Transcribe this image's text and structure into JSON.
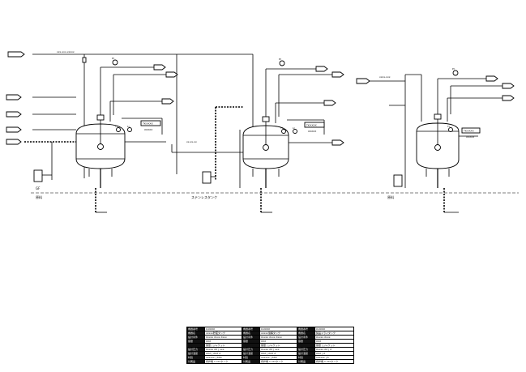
{
  "drawing": {
    "ground_label": "GF",
    "tank_badges": [
      "TK-XXXX",
      "TK-XXXX",
      "TK-XXXX"
    ],
    "tank_numbers": [
      "XXXXX",
      "XXXXX",
      "XXXXX"
    ],
    "area_labels": [
      "原料",
      "ステンレスタンク",
      "原料"
    ],
    "line_labels": [
      "xxx-xxx-xxxxx",
      "xx-xx-xx",
      "xxxx-xxx"
    ],
    "instrument_tags": [
      "PI",
      "TI",
      "LI",
      "PI",
      "TI",
      "LI",
      "PI",
      "TI"
    ]
  },
  "spec_tables": [
    {
      "rows": [
        [
          "機器番号",
          "X-XXXX"
        ],
        [
          "機器名",
          "xxxxx貯蔵タンク"
        ],
        [
          "設計条件",
          "Xxxxx Xxxx Xxxx"
        ],
        [
          "容量",
          "XXX"
        ],
        [
          "",
          "容量 | ジャケット"
        ],
        [
          "設計圧力",
          "Xxxxx XX | xxx"
        ],
        [
          "設計温度",
          "XXX | XXX X"
        ],
        [
          "材質",
          "xxxxxx | XXX"
        ],
        [
          "付属品",
          "撹拌機 1 xxxタンク"
        ]
      ]
    },
    {
      "rows": [
        [
          "機器番号",
          "X-XXXX"
        ],
        [
          "機器名",
          "xxxxx溶解タンク"
        ],
        [
          "設計条件",
          "Xxxxx Xxxx Xxxx"
        ],
        [
          "容量",
          "XXX"
        ],
        [
          "",
          "容量 | ジャケット"
        ],
        [
          "設計圧力",
          "Xxxxx XX | xxx"
        ],
        [
          "設計温度",
          "XXX | XXX X"
        ],
        [
          "材質",
          "xxxxxx | XXX"
        ],
        [
          "付属品",
          "撹拌機 1 xxxタンク"
        ]
      ]
    },
    {
      "rows": [
        [
          "機器番号",
          "X-XXXX"
        ],
        [
          "機器名",
          "製品ドライタンク"
        ],
        [
          "設計条件",
          "Xxxxx Xxxx"
        ],
        [
          "容量",
          "XXX"
        ],
        [
          "",
          "容量 | ジャケット"
        ],
        [
          "設計圧力",
          "Xxxxx XX | X"
        ],
        [
          "設計温度",
          "XXX | X"
        ],
        [
          "材質",
          "xxxxxx | X"
        ],
        [
          "付属品",
          "撹拌機 1 xxxタンク"
        ]
      ]
    }
  ]
}
